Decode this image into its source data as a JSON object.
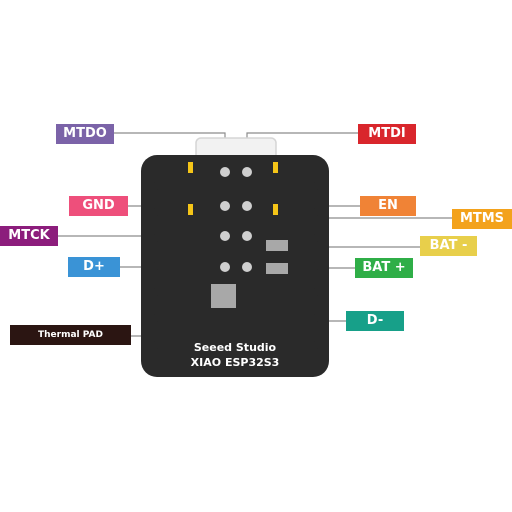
{
  "board": {
    "line1": "Seeed Studio",
    "line2": "XIAO ESP32S3",
    "body_color": "#2a2a2a",
    "pad_color": "#f5c518",
    "wire_color": "#8c8c8c"
  },
  "labels": {
    "mtdo": {
      "text": "MTDO",
      "color": "#7b63a8"
    },
    "mtdi": {
      "text": "MTDI",
      "color": "#d9262c"
    },
    "gnd": {
      "text": "GND",
      "color": "#ee4f7b"
    },
    "en": {
      "text": "EN",
      "color": "#f08336"
    },
    "mtms": {
      "text": "MTMS",
      "color": "#f3a21c"
    },
    "mtck": {
      "text": "MTCK",
      "color": "#8c1d7c"
    },
    "bat_neg": {
      "text": "BAT -",
      "color": "#e8cf4b"
    },
    "dplus": {
      "text": "D+",
      "color": "#3a93d6"
    },
    "bat_pos": {
      "text": "BAT +",
      "color": "#2fae47"
    },
    "dminus": {
      "text": "D-",
      "color": "#17a089"
    },
    "thermal": {
      "text": "Thermal PAD",
      "color": "#2b1512"
    }
  }
}
